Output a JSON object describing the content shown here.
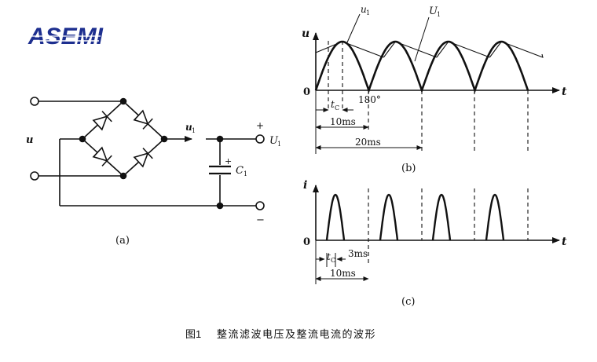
{
  "logo": {
    "text": "ASEMI",
    "color": "#1d2f8f"
  },
  "circuit": {
    "input_label": "u",
    "output_label": "u",
    "output_sub": "1",
    "plus_label": "+",
    "minus_label": "−",
    "cap_plus": "+",
    "terminal_label": "U",
    "terminal_sub": "1",
    "cap_label": "C",
    "cap_sub": "1",
    "caption": "(a)"
  },
  "voltage_plot": {
    "y_axis_label": "u",
    "x_axis_label": "t",
    "origin_label": "0",
    "u1_label": "u",
    "u1_sub": "1",
    "U1_label": "U",
    "U1_sub": "1",
    "angle_label": "180°",
    "tc_label": "t",
    "tc_sub": "C",
    "dim_10ms": "10ms",
    "dim_20ms": "20ms",
    "caption": "(b)"
  },
  "current_plot": {
    "y_axis_label": "i",
    "x_axis_label": "t",
    "origin_label": "0",
    "tc_label": "t",
    "tc_sub": "C",
    "dim_3ms": "3ms",
    "dim_10ms": "10ms",
    "caption": "(c)"
  },
  "figure_caption": {
    "number": "图1",
    "text": "整流滤波电压及整流电流的波形"
  }
}
